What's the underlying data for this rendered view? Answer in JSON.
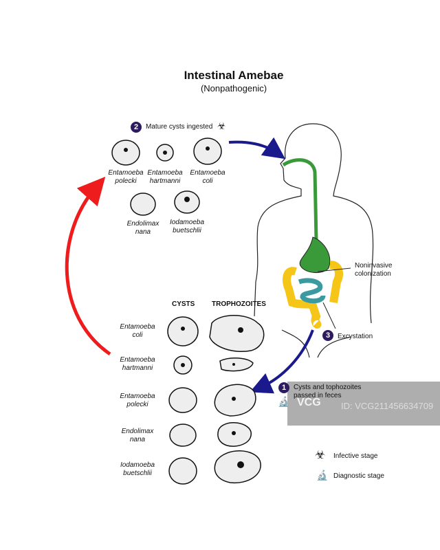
{
  "header": {
    "title": "Intestinal Amebae",
    "subtitle": "(Nonpathogenic)"
  },
  "steps": [
    {
      "number": "1",
      "text_line1": "Cysts and tophozoites",
      "text_line2": "passed in feces",
      "icon": "microscope-icon"
    },
    {
      "number": "2",
      "text": "Mature cysts ingested",
      "icon": "biohazard-icon"
    },
    {
      "number": "3",
      "text": "Excystation"
    }
  ],
  "annotation": {
    "line1": "Noninvasive",
    "line2": "colonization"
  },
  "top_species": [
    {
      "line1": "Entamoeba",
      "line2": "polecki"
    },
    {
      "line1": "Entamoeba",
      "line2": "hartmanni"
    },
    {
      "line1": "Entamoeba",
      "line2": "coli"
    },
    {
      "line1": "Endolimax",
      "line2": "nana"
    },
    {
      "line1": "Iodamoeba",
      "line2": "buetschlii"
    }
  ],
  "table": {
    "headers": {
      "cysts": "CYSTS",
      "trophozoites": "TROPHOZOITES"
    },
    "rows": [
      {
        "line1": "Entamoeba",
        "line2": "coli"
      },
      {
        "line1": "Entamoeba",
        "line2": "hartmanni"
      },
      {
        "line1": "Entamoeba",
        "line2": "polecki"
      },
      {
        "line1": "Endolimax",
        "line2": "nana"
      },
      {
        "line1": "Iodamoeba",
        "line2": "buetschlii"
      }
    ]
  },
  "legend": [
    {
      "label": "Infective stage",
      "icon": "biohazard-icon"
    },
    {
      "label": "Diagnostic stage",
      "icon": "microscope-icon"
    }
  ],
  "watermark": {
    "brand": "VCG",
    "id": "ID: VCG211456634709"
  },
  "colors": {
    "step_badge": "#2e1a5e",
    "arrow_blue": "#1a1a8c",
    "arrow_red": "#ee1c1c",
    "esophagus_stomach": "#3a9a3a",
    "colon": "#f5c518",
    "small_intestine": "#3a9aa0"
  }
}
